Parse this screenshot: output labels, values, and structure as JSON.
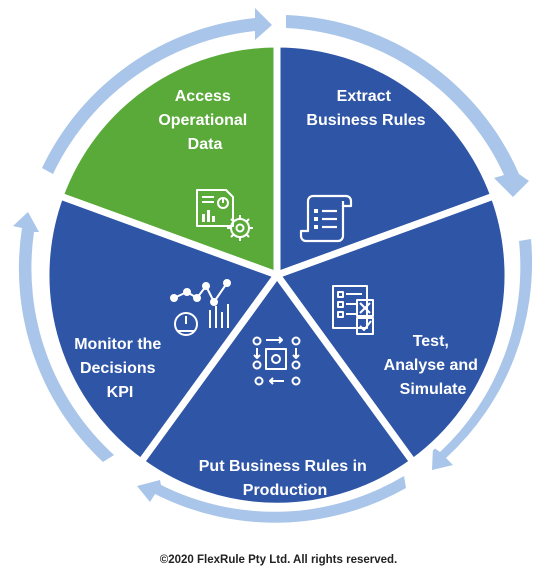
{
  "diagram": {
    "segments": [
      {
        "id": "access",
        "label_lines": [
          "Access",
          "Operational",
          "Data"
        ],
        "color": "#5aaa3a",
        "icon": "report-chart-gear-icon"
      },
      {
        "id": "extract",
        "label_lines": [
          "Extract",
          "Business Rules"
        ],
        "color": "#2f55a6",
        "icon": "scroll-list-icon"
      },
      {
        "id": "test",
        "label_lines": [
          "Test,",
          "Analyse and",
          "Simulate"
        ],
        "color": "#2f55a6",
        "icon": "checklist-icon"
      },
      {
        "id": "production",
        "label_lines": [
          "Put Business Rules in",
          "Production"
        ],
        "color": "#2f55a6",
        "icon": "deployment-flow-icon"
      },
      {
        "id": "monitor",
        "label_lines": [
          "Monitor the",
          "Decisions",
          "KPI"
        ],
        "color": "#2f55a6",
        "icon": "kpi-gauge-icon"
      }
    ],
    "ring_color": "#a9c5e9",
    "gap_color": "#ffffff"
  },
  "footer": {
    "copyright": "©2020 FlexRule Pty Ltd. All rights reserved."
  }
}
